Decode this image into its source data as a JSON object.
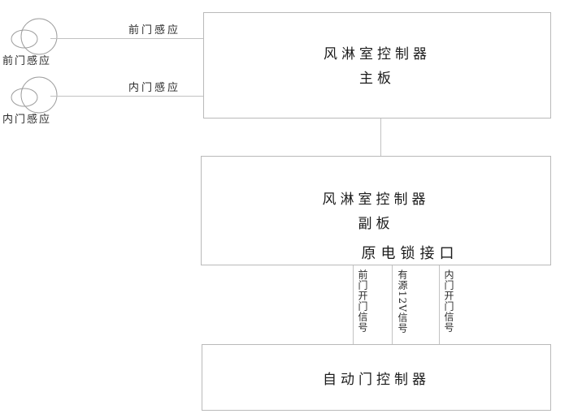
{
  "diagram": {
    "sensors": [
      {
        "icon": "motion-sensor-icon",
        "label": "前门感应",
        "wire_label": "前门感应"
      },
      {
        "icon": "motion-sensor-icon",
        "label": "内门感应",
        "wire_label": "内门感应"
      }
    ],
    "boxes": {
      "main_board": {
        "line1": "风淋室控制器",
        "line2": "主板"
      },
      "sub_board": {
        "line1": "风淋室控制器",
        "line2": "副板",
        "interface": "原电锁接口"
      },
      "door_controller": {
        "line1": "自动门控制器"
      }
    },
    "signals": [
      {
        "text_a": "前门开门信号"
      },
      {
        "text_a": "有源",
        "text_b": "12V",
        "text_c": "信号"
      },
      {
        "text_a": "内门开门信号"
      }
    ],
    "colors": {
      "line": "#c2c2c2",
      "box_border": "#b9b9b9",
      "text": "#1c1c1c",
      "background": "#ffffff"
    }
  }
}
